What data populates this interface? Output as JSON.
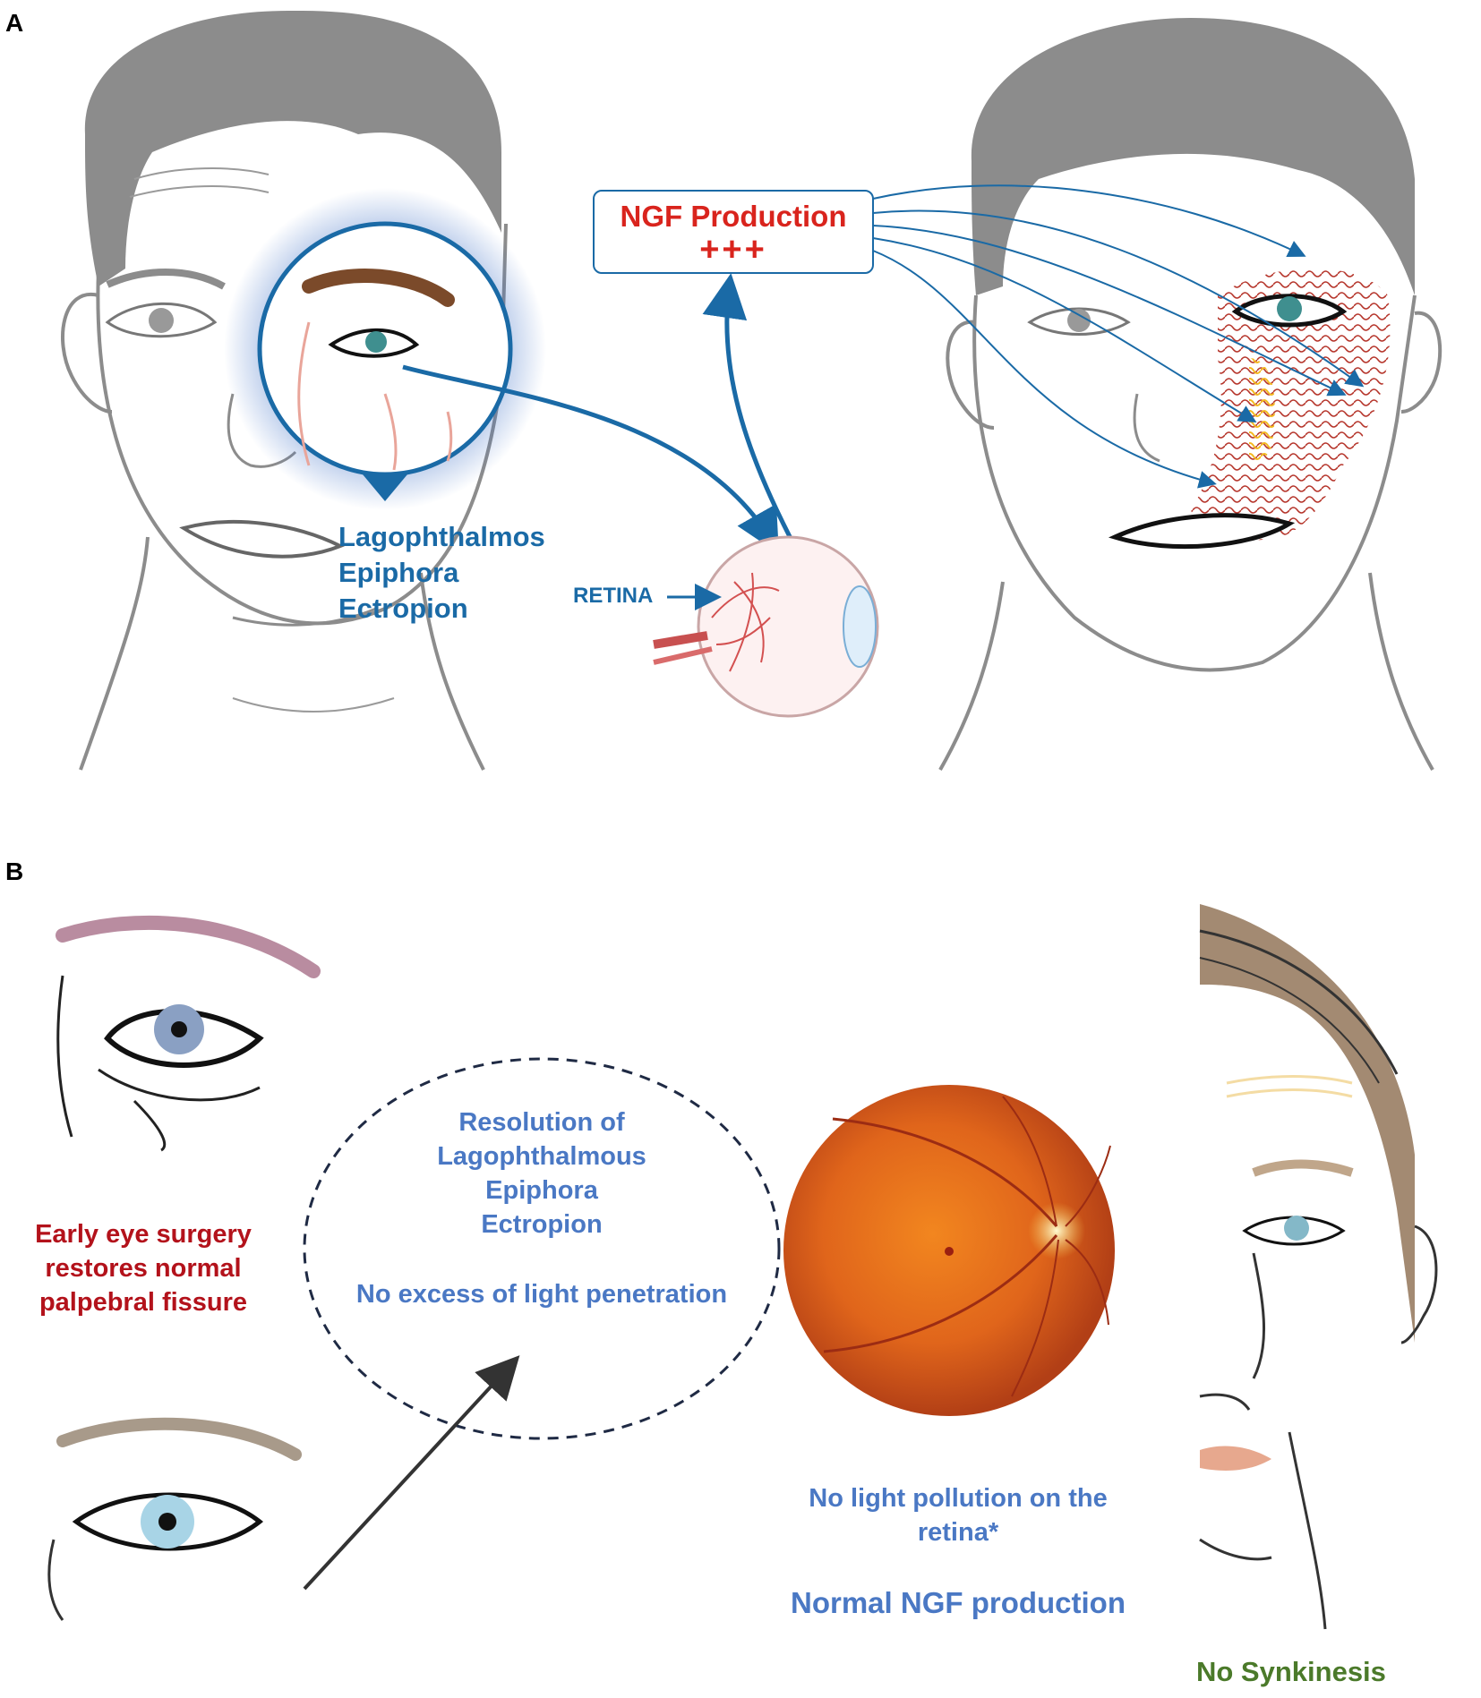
{
  "panel_a": {
    "letter": "A",
    "zoom_labels": [
      "Lagophthalmos",
      "Epiphora",
      "Ectropion"
    ],
    "ngf_box": {
      "title": "NGF Production",
      "level": "+++"
    },
    "retina_label": "RETINA"
  },
  "panel_b": {
    "letter": "B",
    "surgery_label": [
      "Early eye surgery",
      "restores normal",
      "palpebral fissure"
    ],
    "resolution_labels": [
      "Resolution of",
      "Lagophthalmous",
      "Epiphora",
      "Ectropion"
    ],
    "light_label": "No excess of light penetration",
    "pollution_label": [
      "No light pollution on the",
      "retina*"
    ],
    "ngf_label": "Normal NGF production",
    "synkinesis_label": "No Synkinesis"
  },
  "colors": {
    "arrow_blue": "#1a6aa6",
    "ngf_red": "#d9241d",
    "hair_gray": "#8c8c8c",
    "fundus_orange": "#e0701e"
  }
}
